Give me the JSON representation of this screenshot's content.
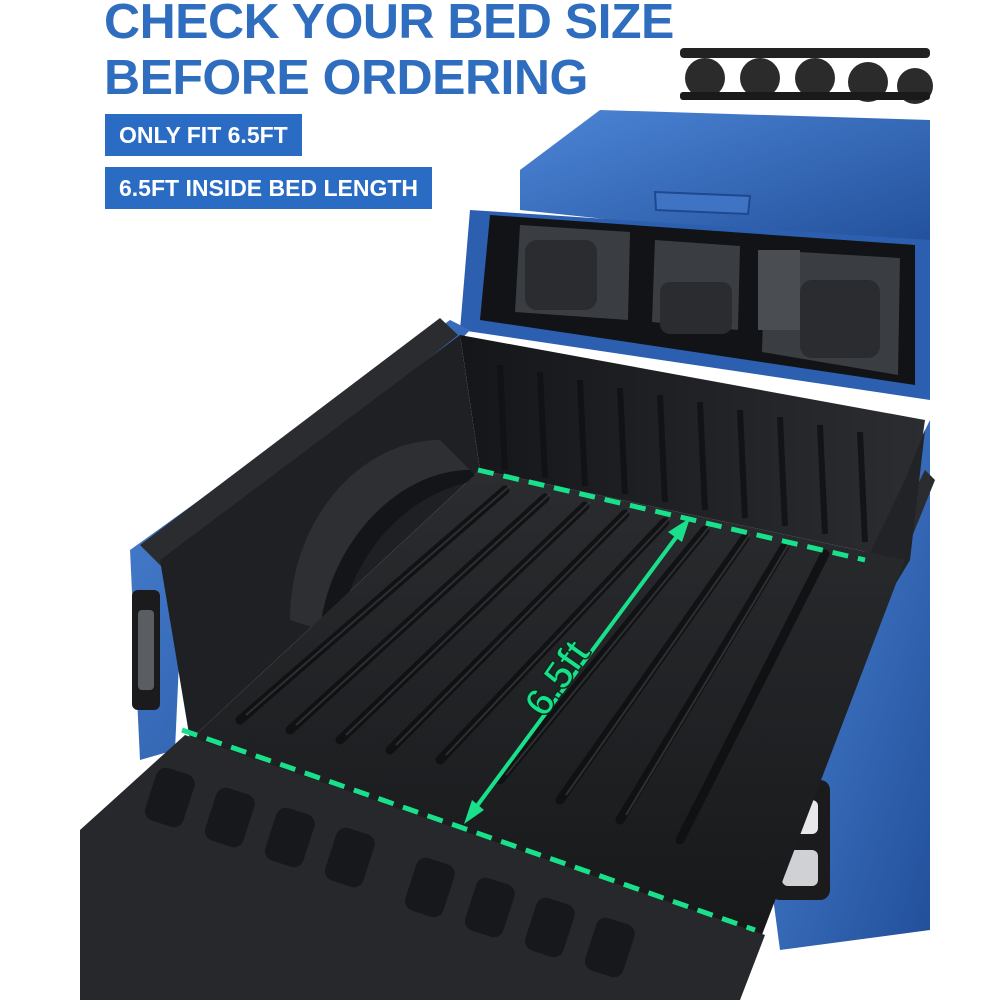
{
  "headline": {
    "line1": "CHECK YOUR BED SIZE",
    "line2": "BEFORE ORDERING"
  },
  "badges": [
    {
      "text": "ONLY FIT 6.5FT"
    },
    {
      "text": "6.5FT INSIDE BED LENGTH"
    }
  ],
  "measurement": {
    "label": "6.5ft",
    "color": "#19e08a"
  },
  "colors": {
    "headline": "#2f6dbf",
    "badge_bg": "#2a6cc4",
    "truck_body": "#2f63b8",
    "liner": "#1d1f22"
  }
}
